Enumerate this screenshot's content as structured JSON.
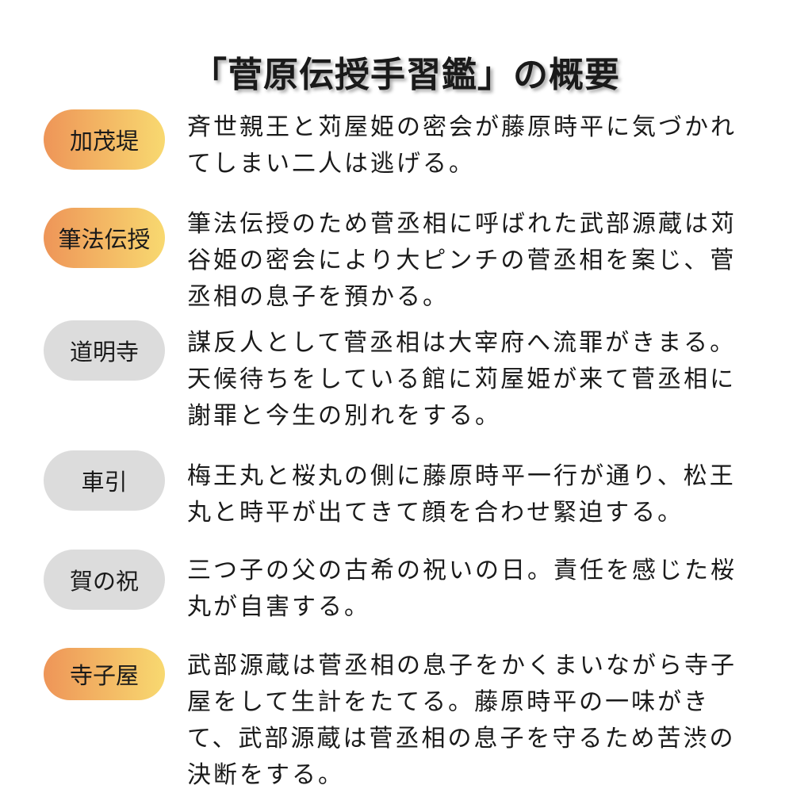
{
  "title": "「菅原伝授手習鑑」の概要",
  "colors": {
    "gradient_start": "#ee9558",
    "gradient_end": "#f8d970",
    "gray": "#dcdcdc"
  },
  "scenes": [
    {
      "label": "加茂堤",
      "lines": [
        "斉世親王と苅屋姫の密会が藤原時平に気づかれ",
        "てしまい二人は逃げる。"
      ]
    },
    {
      "label": "筆法伝授",
      "lines": [
        "筆法伝授のため菅丞相に呼ばれた武部源蔵は苅",
        "谷姫の密会により大ピンチの菅丞相を案じ、菅",
        "丞相の息子を預かる。"
      ]
    },
    {
      "label": "道明寺",
      "lines": [
        "謀反人として菅丞相は大宰府へ流罪がきまる。",
        "天候待ちをしている館に苅屋姫が来て菅丞相に",
        "謝罪と今生の別れをする。"
      ]
    },
    {
      "label": "車引",
      "lines": [
        "梅王丸と桜丸の側に藤原時平一行が通り、松王",
        "丸と時平が出てきて顔を合わせ緊迫する。"
      ]
    },
    {
      "label": "賀の祝",
      "lines": [
        "三つ子の父の古希の祝いの日。責任を感じた桜",
        "丸が自害する。"
      ]
    },
    {
      "label": "寺子屋",
      "lines": [
        "武部源蔵は菅丞相の息子をかくまいながら寺子",
        "屋をして生計をたてる。藤原時平の一味がき",
        "て、武部源蔵は菅丞相の息子を守るため苦渋の",
        "決断をする。"
      ]
    }
  ]
}
